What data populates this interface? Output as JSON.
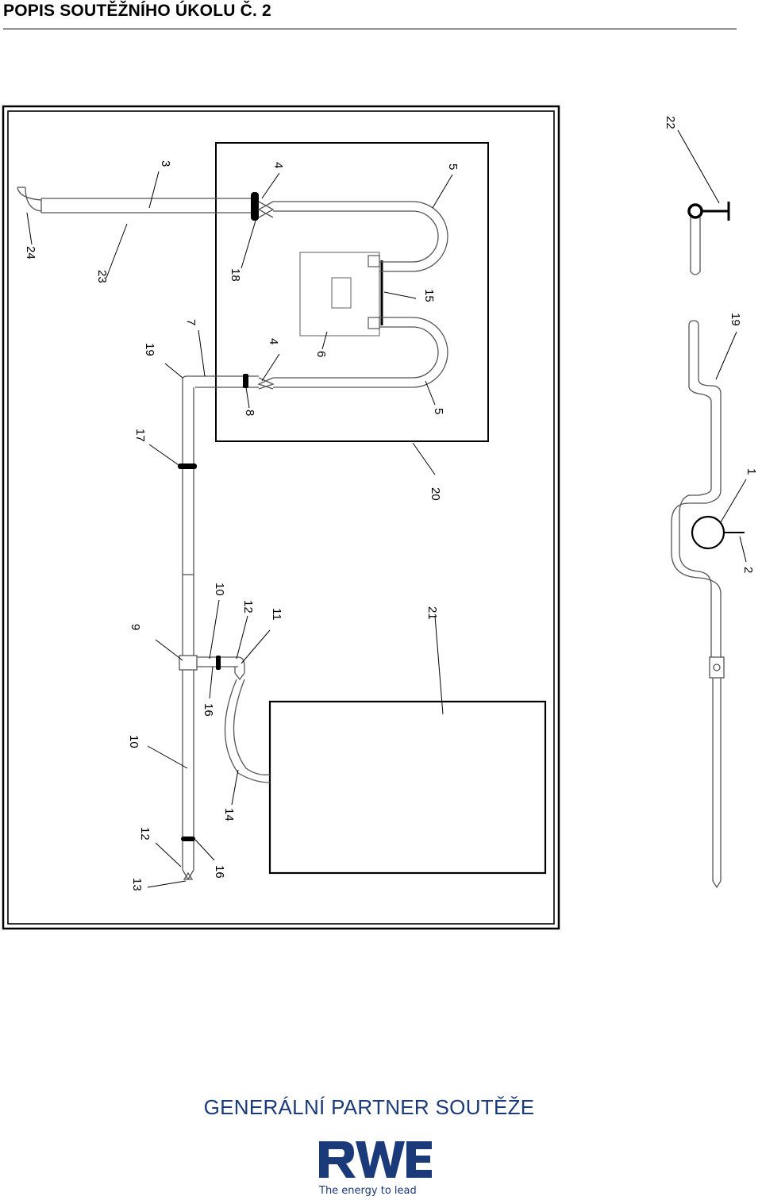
{
  "header": {
    "title": "POPIS SOUTĚŽNÍHO ÚKOLU Č. 2"
  },
  "drawing": {
    "labels": [
      "1",
      "2",
      "3",
      "4",
      "4",
      "5",
      "5",
      "6",
      "7",
      "8",
      "9",
      "10",
      "10",
      "11",
      "12",
      "12",
      "13",
      "14",
      "15",
      "16",
      "16",
      "17",
      "18",
      "19",
      "19",
      "20",
      "21",
      "22",
      "23",
      "24"
    ]
  },
  "footer": {
    "partner_text": "GENERÁLNÍ PARTNER SOUTĚŽE",
    "logo": {
      "name": "RWE",
      "tagline": "The energy to lead",
      "color": "#1b3a7a"
    }
  }
}
